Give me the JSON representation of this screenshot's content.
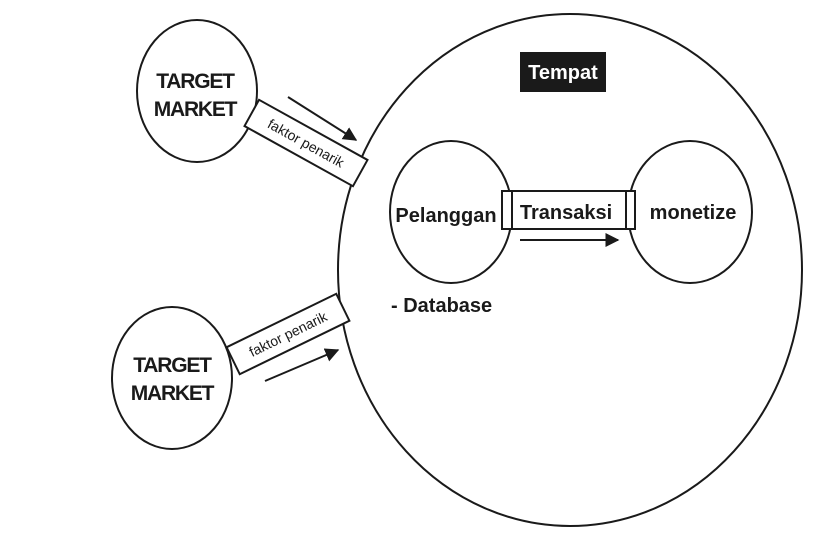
{
  "diagram": {
    "place_label": "Tempat",
    "target_market_top": {
      "line1": "TARGET",
      "line2": "MARKET"
    },
    "target_market_bottom": {
      "line1": "TARGET",
      "line2": "MARKET"
    },
    "pull_factor_top": "faktor penarik",
    "pull_factor_bottom": "faktor penarik",
    "customer_label": "Pelanggan",
    "transaction_label": "Transaksi",
    "monetize_label": "monetize",
    "database_label": "- Database",
    "colors": {
      "stroke": "#1a1a1a",
      "title_background": "#1a1a1a",
      "background": "#ffffff"
    }
  }
}
